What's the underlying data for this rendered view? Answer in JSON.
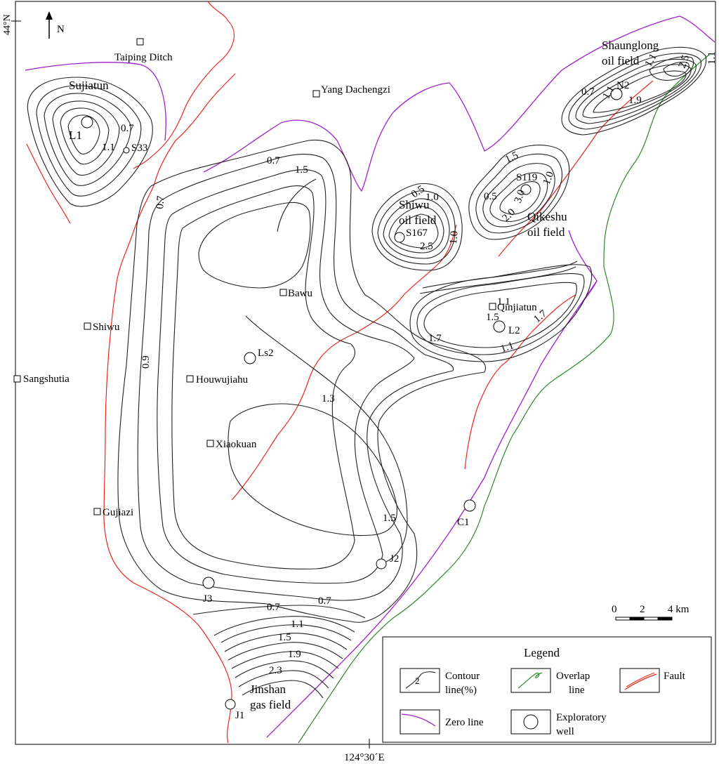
{
  "map": {
    "lat_label": "44°N",
    "lon_label": "124°30´E",
    "north_label": "N",
    "scale": {
      "ticks": [
        "0",
        "2",
        "4 km"
      ]
    },
    "colors": {
      "zero_line": "#a020c8",
      "fault": "#e8281e",
      "overlap": "#2a8a2a",
      "contour": "#222222"
    }
  },
  "places": {
    "taiping": "Taiping Ditch",
    "sujiatun": "Sujiatun",
    "yang": "Yang Dachengzi",
    "shiwu_town": "Shiwu",
    "sangshutia": "Sangshutia",
    "bawu": "Bawu",
    "houwujiahu": "Houwujiahu",
    "xiaokuan": "Xiaokuan",
    "gujiazi": "Gujiazi",
    "qinjiatun": "Qinjiatun"
  },
  "fields": {
    "shaunglong_1": "Shaunglong",
    "shaunglong_2": "oil field",
    "shiwu_1": "Shiwu",
    "shiwu_2": "oil field",
    "qikeshu_1": "Qikeshu",
    "qikeshu_2": "oil field",
    "jinshan_1": "Jinshan",
    "jinshan_2": "gas field"
  },
  "wells": {
    "L1": "L1",
    "S33": "S33",
    "S119": "S119",
    "S167": "S167",
    "Ls2": "Ls2",
    "L2": "L2",
    "J2": "J2",
    "J3": "J3",
    "J1": "J1",
    "C1": "C1",
    "N2": "N2"
  },
  "contour_labels": {
    "a": "0.7",
    "b": "1.1",
    "c": "0.7",
    "d": "1.5",
    "e": "0.7",
    "f": "0.9",
    "g": "1.3",
    "h": "1.5",
    "i": "0.7",
    "j": "0.7",
    "k": "1.1",
    "l": "1.5",
    "m": "1.9",
    "n": "2.3",
    "o": "0.5",
    "p": "1.0",
    "q": "2.5",
    "r": "1.0",
    "s": "1.5",
    "t": "0.5",
    "u": "2.0",
    "v": "3.0",
    "w": "1.0",
    "x": "1.1",
    "y": "1.5",
    "z": "1.7",
    "aa": "1.1",
    "ab": "1.7",
    "ac": "0.7",
    "ad": "1.1",
    "ae": "1.9",
    "af": "2.5",
    "ag": "1.1",
    "ah": "1.1"
  },
  "legend": {
    "title": "Legend",
    "contour_1": "Contour",
    "contour_2": "line(%)",
    "contour_glyph": "2",
    "overlap_1": "Overlap",
    "overlap_2": "line",
    "fault": "Fault",
    "zero": "Zero line",
    "well_1": "Exploratory",
    "well_2": "well"
  }
}
